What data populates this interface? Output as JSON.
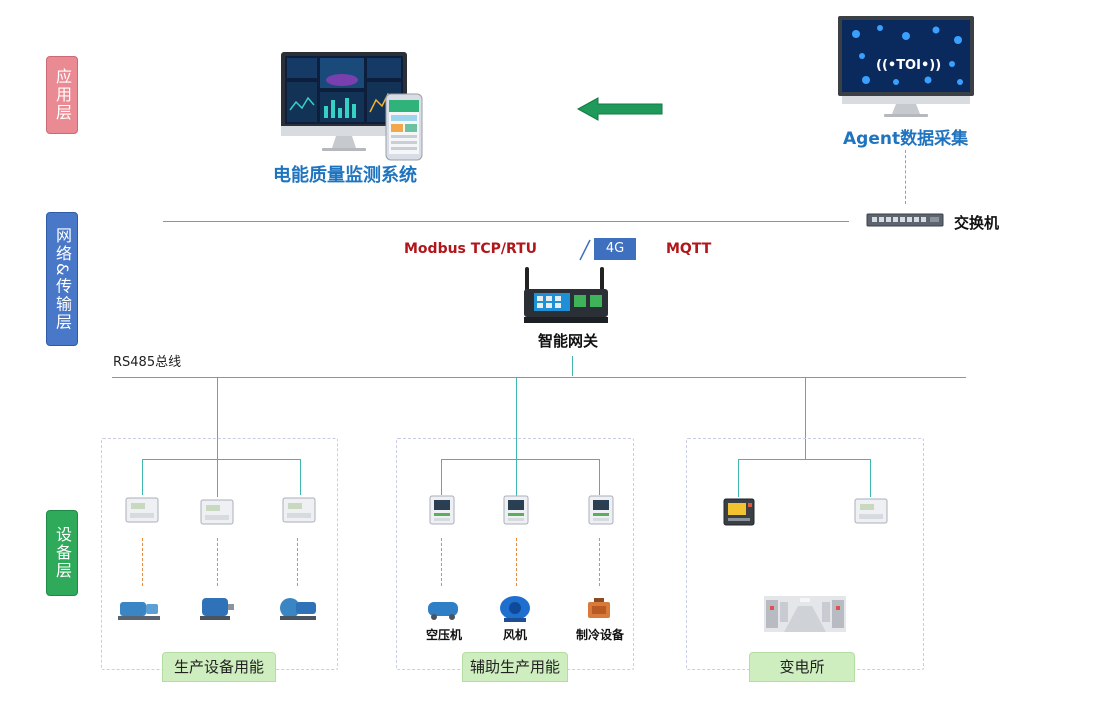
{
  "layers": {
    "application": "应用层",
    "network": "网络&传输层",
    "device": "设备层"
  },
  "app_layer": {
    "monitoring_system": "电能质量监测系统",
    "agent": "Agent数据采集",
    "toi_logo": "((•TOI•))"
  },
  "network_layer": {
    "switch_label": "交换机",
    "protocol_left": "Modbus TCP/RTU",
    "badge_4g": "4G",
    "protocol_right": "MQTT",
    "gateway_label": "智能网关",
    "bus_label": "RS485总线"
  },
  "device_groups": [
    {
      "label": "生产设备用能",
      "captions": []
    },
    {
      "label": "辅助生产用能",
      "captions": [
        "空压机",
        "风机",
        "制冷设备"
      ]
    },
    {
      "label": "变电所",
      "captions": []
    }
  ],
  "colors": {
    "title_blue": "#1f74c0",
    "protocol_red": "#b0161a",
    "line_teal": "#40b8b0",
    "dash_orange": "#e58a3f",
    "arrow_green": "#1f9a5a"
  }
}
